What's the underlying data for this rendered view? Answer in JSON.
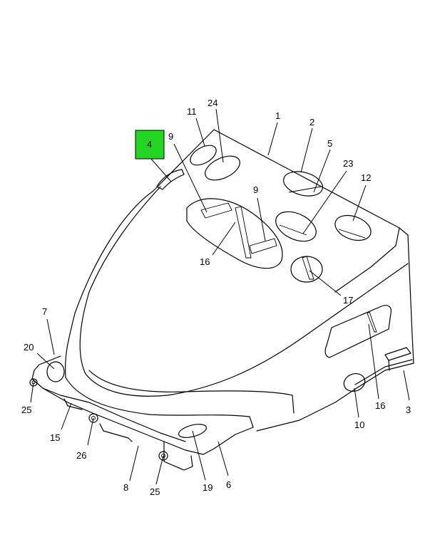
{
  "callouts": {
    "c1": "1",
    "c2": "2",
    "c3": "3",
    "c4": "4",
    "c5": "5",
    "c6": "6",
    "c7": "7",
    "c8": "8",
    "c9a": "9",
    "c9b": "9",
    "c10": "10",
    "c11": "11",
    "c12": "12",
    "c15": "15",
    "c16a": "16",
    "c16b": "16",
    "c17": "17",
    "c19": "19",
    "c20": "20",
    "c23": "23",
    "c24": "24",
    "c25a": "25",
    "c25b": "25",
    "c26": "26"
  },
  "highlight": {
    "callout": "4",
    "color": "#22d622"
  }
}
